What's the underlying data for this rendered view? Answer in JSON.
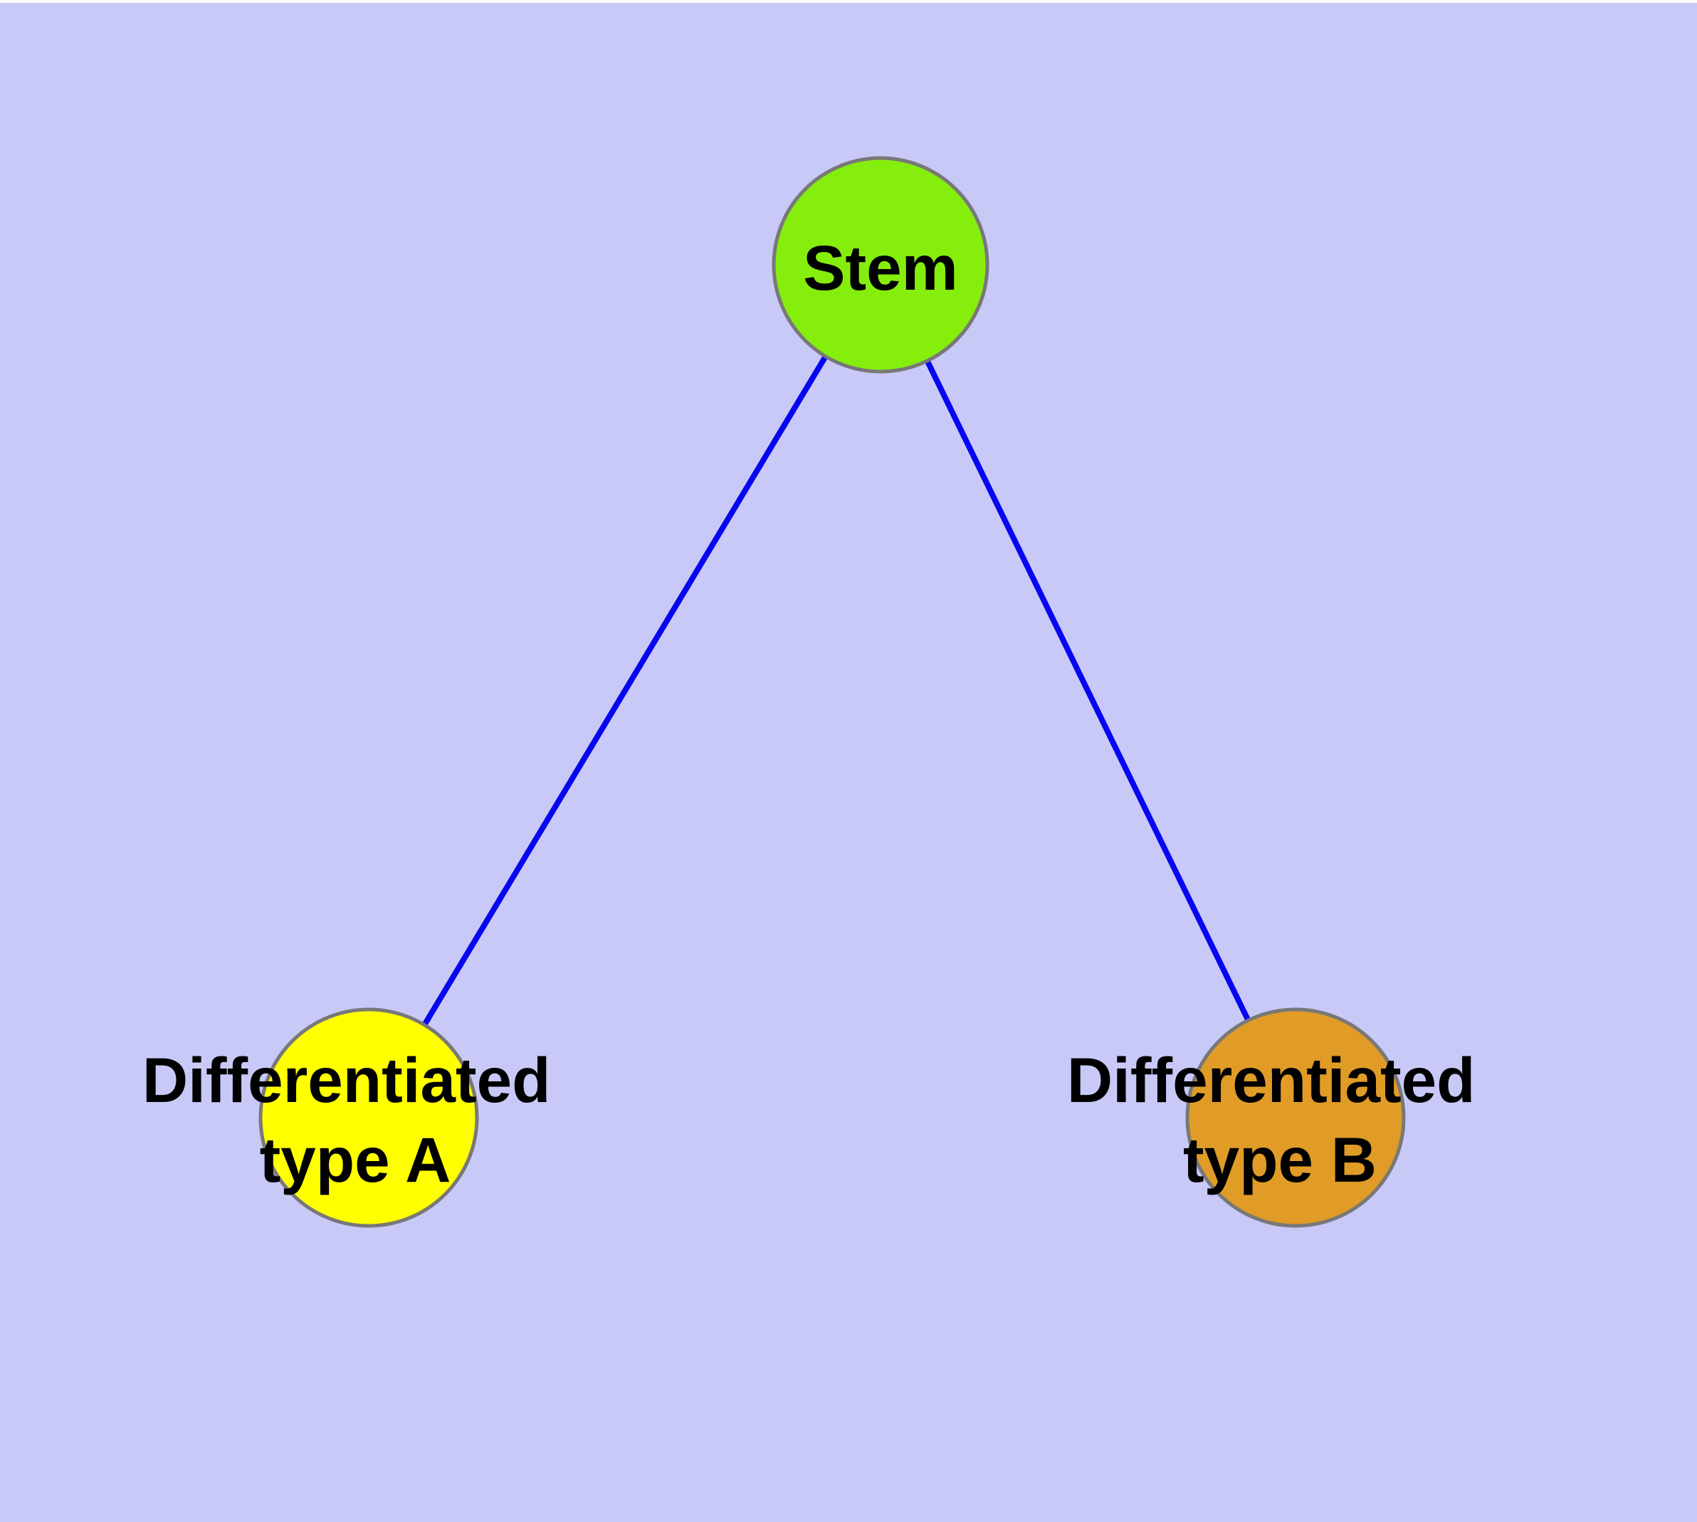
{
  "diagram": {
    "background_color": "#c9c9f8",
    "top_margin_color": "#ffffff",
    "edge_color": "#0606f2",
    "node_border_color": "#787878",
    "label_color": "#000000",
    "nodes": {
      "stem": {
        "label": "Stem",
        "fill": "#86ee0d"
      },
      "type_a": {
        "label_line1": "Differentiated",
        "label_line2": "type A",
        "fill": "#ffff00"
      },
      "type_b": {
        "label_line1": "Differentiated",
        "label_line2": "type B",
        "fill": "#e09c26"
      }
    },
    "edges": [
      {
        "from": "Stem",
        "to": "Differentiated type A"
      },
      {
        "from": "Stem",
        "to": "Differentiated type B"
      }
    ]
  }
}
